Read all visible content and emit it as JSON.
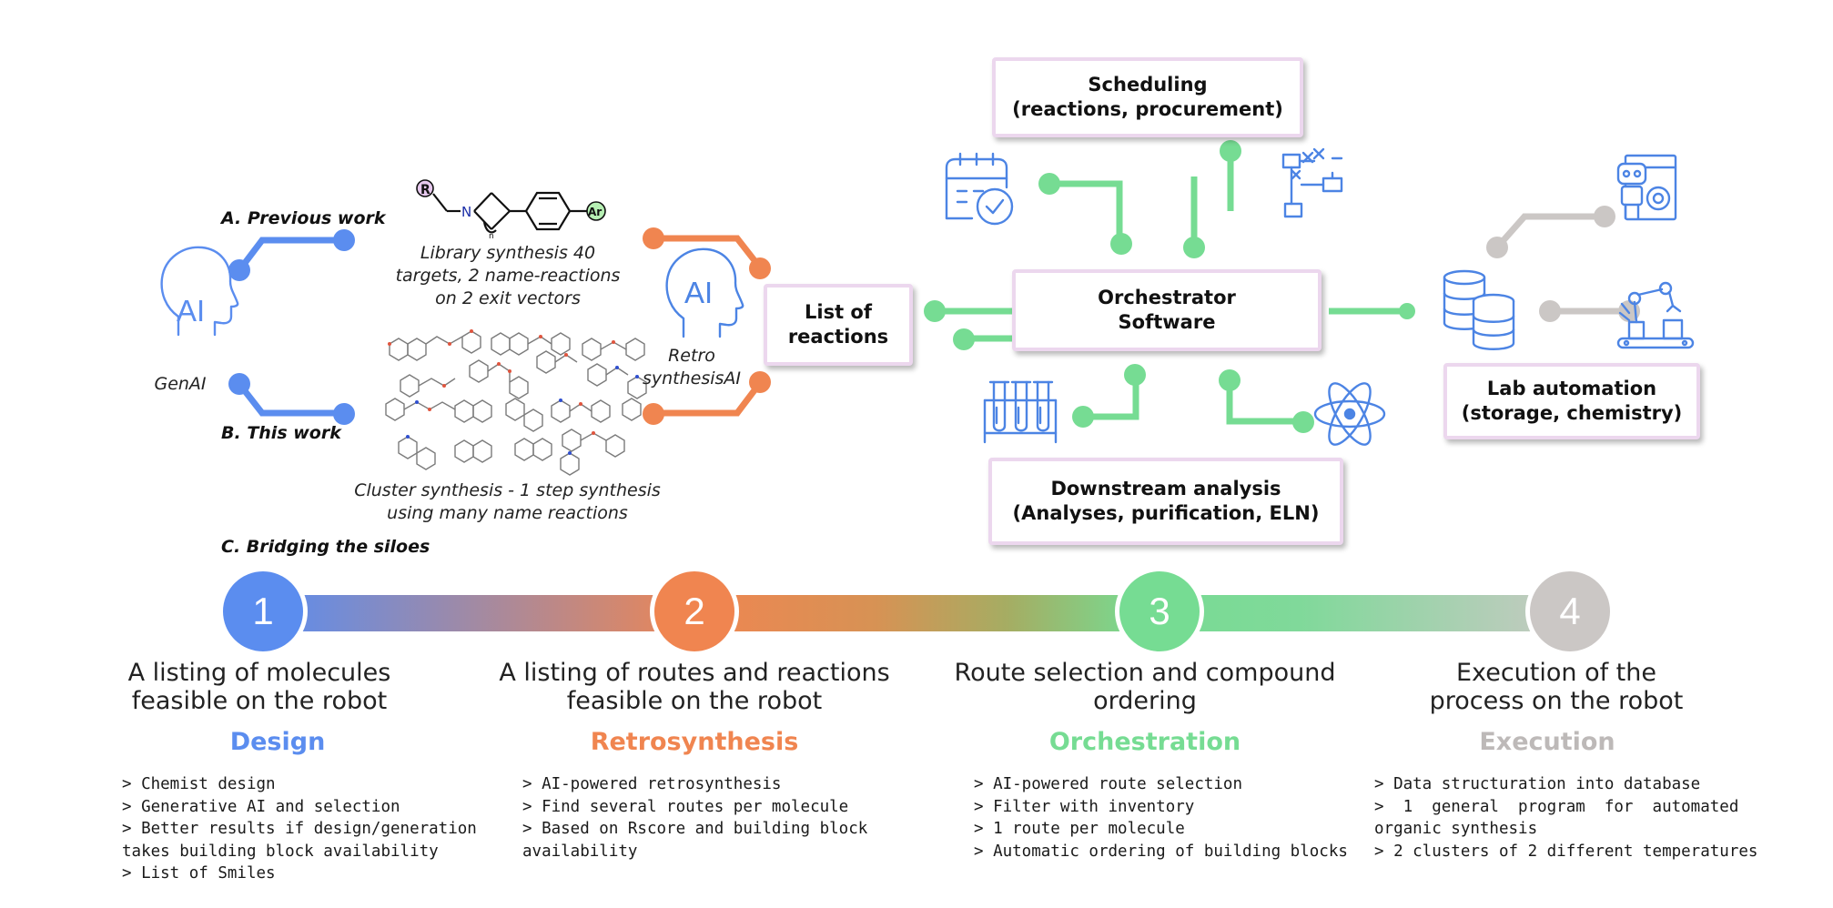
{
  "panel_a": {
    "header": "A. Previous work",
    "caption": [
      "Library synthesis 40",
      "targets, 2 name-reactions",
      "on 2 exit vectors"
    ],
    "structure_labels": {
      "r": "R",
      "n": "N",
      "ar": "Ar"
    }
  },
  "panel_b": {
    "header": "B. This work",
    "caption": [
      "Cluster synthesis - 1 step synthesis",
      "using many name reactions"
    ]
  },
  "panel_c": {
    "header": "C. Bridging the siloes"
  },
  "genai": {
    "icon_text": "AI",
    "label": "GenAI"
  },
  "retro": {
    "icon_text": "AI",
    "label": [
      "Retro",
      "synthesisAI"
    ]
  },
  "boxes": {
    "list_reactions": [
      "List of",
      "reactions"
    ],
    "scheduling": [
      "Scheduling",
      "(reactions, procurement)"
    ],
    "orchestrator": [
      "Orchestrator",
      "Software"
    ],
    "downstream": [
      "Downstream analysis",
      "(Analyses, purification, ELN)"
    ],
    "lab_automation": [
      "Lab automation",
      "(storage, chemistry)"
    ]
  },
  "steps": [
    {
      "number": "1",
      "heading": [
        "A listing of molecules",
        "feasible on the robot"
      ],
      "phase": "Design",
      "bullets": [
        "> Chemist design",
        "> Generative AI and selection",
        "> Better results if design/generation",
        "takes building block availability",
        "> List of Smiles"
      ]
    },
    {
      "number": "2",
      "heading": [
        "A listing of routes and reactions",
        "feasible on the robot"
      ],
      "phase": "Retrosynthesis",
      "bullets": [
        "> AI-powered retrosynthesis",
        "> Find several routes per molecule",
        "> Based on Rscore and building block",
        "availability"
      ]
    },
    {
      "number": "3",
      "heading": [
        "Route selection and compound",
        "ordering"
      ],
      "phase": "Orchestration",
      "bullets": [
        "> AI-powered route selection",
        "> Filter with inventory",
        "> 1 route per molecule",
        "> Automatic ordering of building blocks"
      ]
    },
    {
      "number": "4",
      "heading": [
        "Execution of the",
        "process on the robot"
      ],
      "phase": "Execution",
      "bullets": [
        "> Data structuration into database",
        ">  1  general  program  for  automated",
        "organic synthesis",
        "> 2 clusters of 2 different temperatures"
      ]
    }
  ],
  "colors": {
    "blue": "#5b8def",
    "orange": "#f08550",
    "green": "#76dc93",
    "gray": "#cbc7c5",
    "box_border": "#ecd7ee",
    "icon_blue": "#4c84e4"
  }
}
